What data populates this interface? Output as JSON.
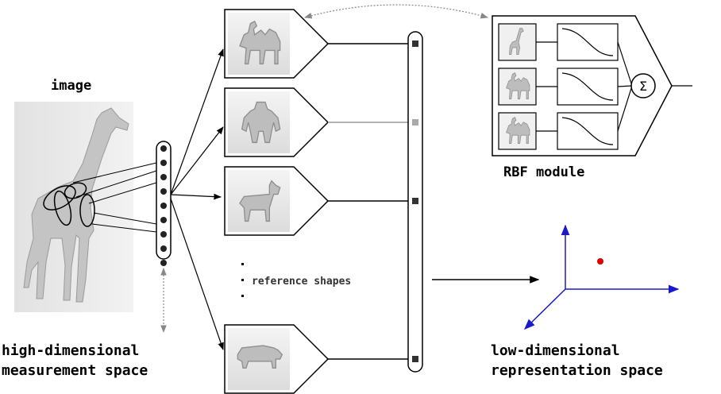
{
  "labels": {
    "image": "image",
    "high_dim_line1": "high-dimensional",
    "high_dim_line2": "measurement space",
    "reference_shapes": "reference shapes",
    "rbf_module": "RBF module",
    "low_dim_line1": "low-dimensional",
    "low_dim_line2": "representation space",
    "sigma": "Σ"
  },
  "reference_shapes": [
    "camel",
    "ogre",
    "goat",
    "pig"
  ],
  "rbf_shapes": [
    "giraffe",
    "camel",
    "camel"
  ],
  "measurement_nodes": 9,
  "colors": {
    "line": "#000000",
    "faded_line": "#999999",
    "axis": "#1a1acc",
    "point": "#e00000",
    "shape_fill": "#c8c8c8",
    "thumb_bg": "#eeeeee"
  }
}
